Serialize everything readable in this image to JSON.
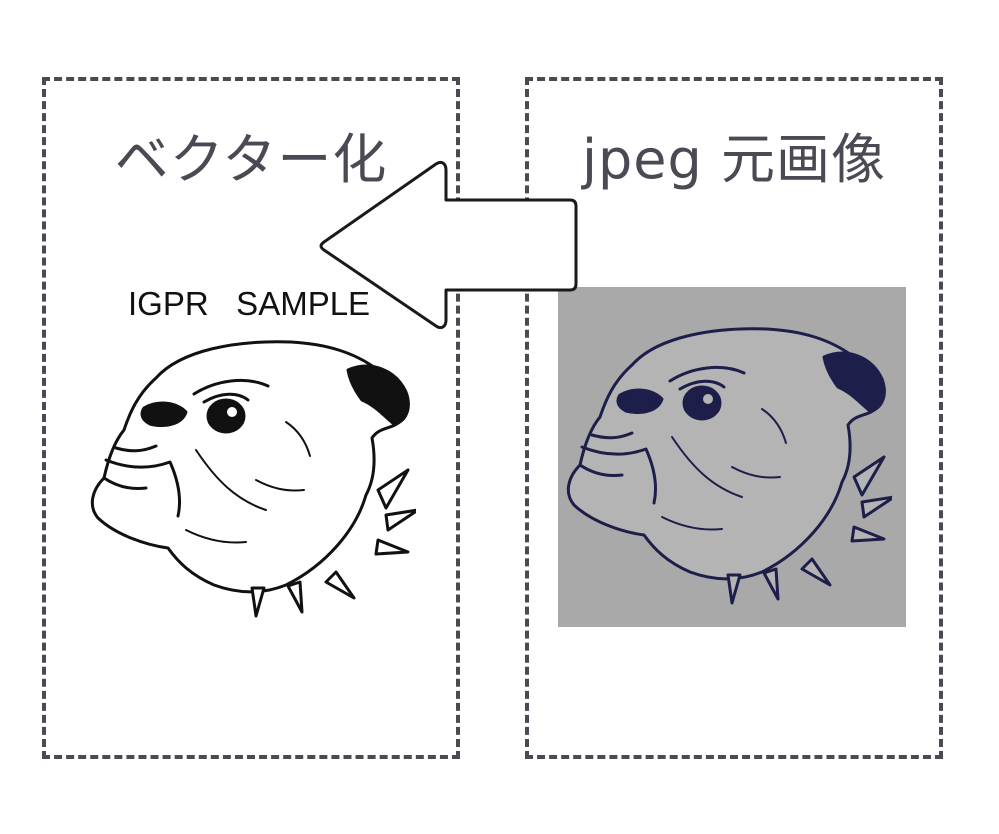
{
  "panels": {
    "left": {
      "title": "ベクター化",
      "sample_label": "IGPR   SAMPLE"
    },
    "right": {
      "title": "jpeg 元画像"
    }
  },
  "colors": {
    "frame": "#4a4a55",
    "vector_ink": "#111111",
    "photo_ink": "#1d1f4a",
    "fabric": "#a9a9a9"
  },
  "arrow": {
    "direction": "left",
    "icon": "left-arrow-icon"
  },
  "images": {
    "vector": "bulldog-vector-illustration",
    "photo": "bulldog-print-on-gray-fabric"
  }
}
